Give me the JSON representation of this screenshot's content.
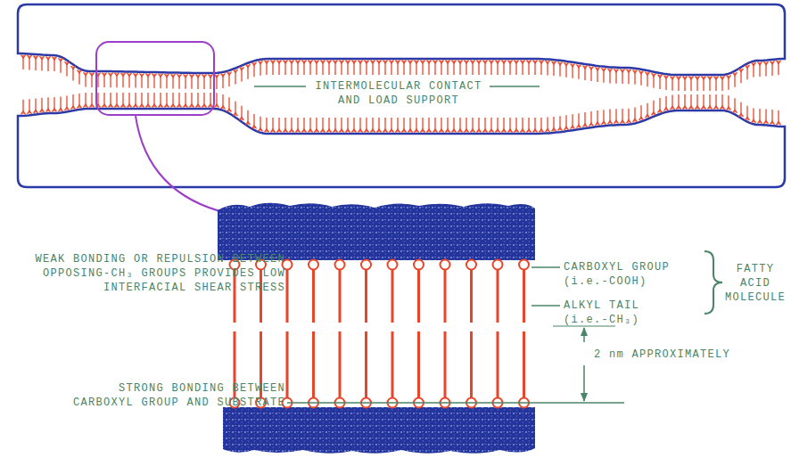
{
  "diagram": {
    "labels": [
      "INTERMOLECULAR CONTACT AND LOAD SUPPORT",
      "WEAK BONDING OR REPULSION BETWEEN OPPOSING-CH₃ GROUPS PROVIDES LOW INTERFACIAL SHEAR STRESS",
      "CARBOXYL GROUP (i.e.-COOH)",
      "FATTY ACID MOLECULE",
      "ALKYL TAIL (i.e.-CH₃)",
      "2 nm APPROXIMATELY",
      "STRONG BONDING BETWEEN CARBOXYL GROUP AND SUBSTRATE"
    ]
  }
}
